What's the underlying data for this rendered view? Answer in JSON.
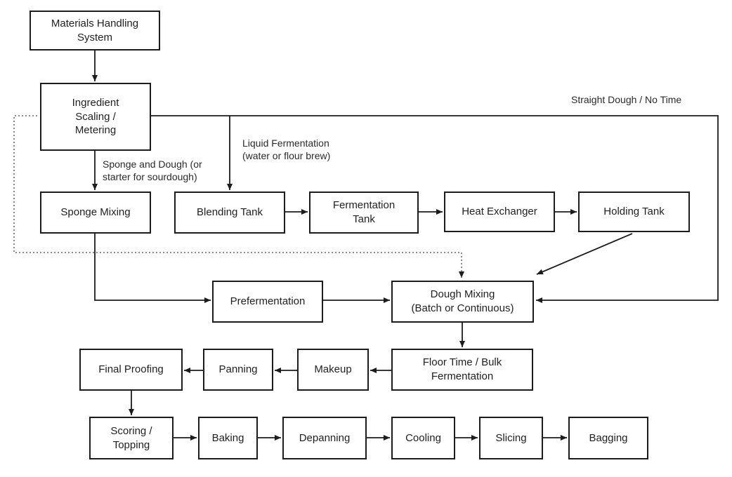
{
  "diagram": {
    "type": "flowchart",
    "subject": "Commercial bread production process flow",
    "colors": {
      "background": "#ffffff",
      "line": "#1c1c1c",
      "text": "#1f1f1f",
      "dotted_line": "#4a4a4a"
    },
    "nodes": {
      "materials_handling": "Materials Handling\nSystem",
      "ingredient_scaling": "Ingredient\nScaling /\nMetering",
      "sponge_mixing": "Sponge Mixing",
      "blending_tank": "Blending Tank",
      "fermentation_tank": "Fermentation\nTank",
      "heat_exchanger": "Heat Exchanger",
      "holding_tank": "Holding Tank",
      "prefermentation": "Prefermentation",
      "dough_mixing": "Dough Mixing\n(Batch or Continuous)",
      "floor_time": "Floor Time / Bulk\nFermentation",
      "makeup": "Makeup",
      "panning": "Panning",
      "final_proofing": "Final Proofing",
      "scoring_topping": "Scoring /\nTopping",
      "baking": "Baking",
      "depanning": "Depanning",
      "cooling": "Cooling",
      "slicing": "Slicing",
      "bagging": "Bagging"
    },
    "edge_labels": {
      "straight_dough": "Straight Dough / No Time",
      "liquid_fermentation": "Liquid Fermentation\n(water or flour brew)",
      "sponge_and_dough": "Sponge and Dough (or\nstarter for sourdough)"
    }
  }
}
